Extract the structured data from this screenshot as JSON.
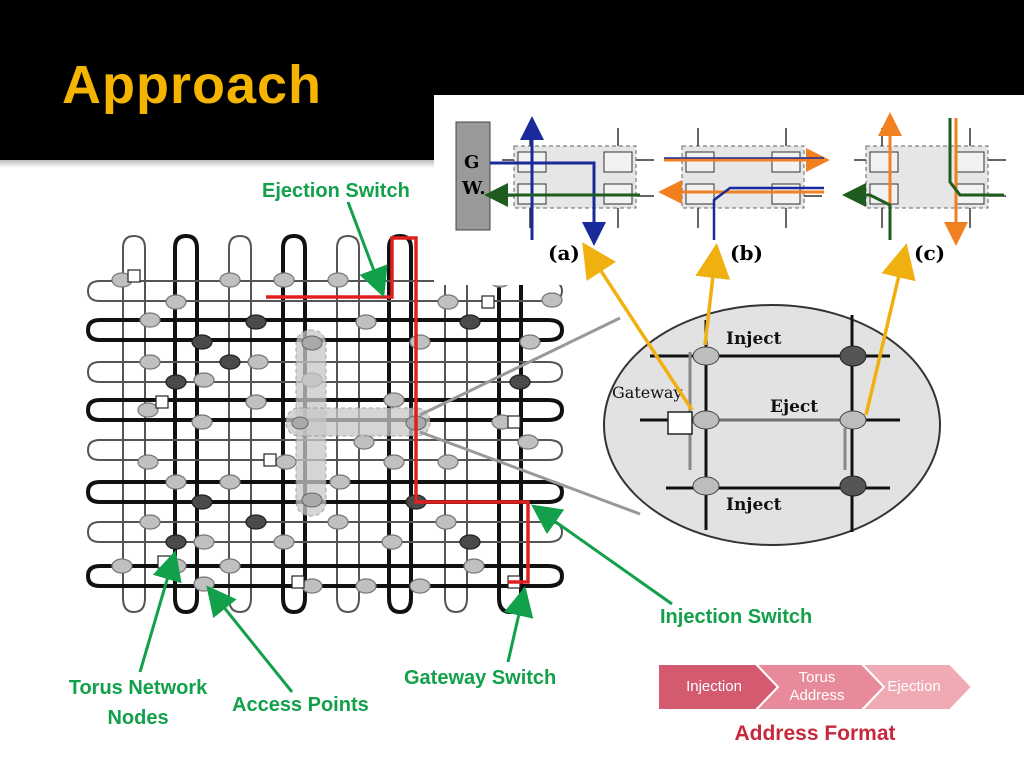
{
  "slide": {
    "title": "Approach"
  },
  "labels": {
    "ejection_switch": "Ejection Switch",
    "injection_switch": "Injection Switch",
    "gateway_switch": "Gateway Switch",
    "torus_nodes_line1": "Torus Network",
    "torus_nodes_line2": "Nodes",
    "access_points": "Access Points"
  },
  "zoom": {
    "inject_top": "Inject",
    "inject_bottom": "Inject",
    "eject": "Eject",
    "gateway": "Gateway"
  },
  "panels": {
    "a": "(a)",
    "b": "(b)",
    "c": "(c)",
    "gw_g": "G",
    "gw_w": "W."
  },
  "address_format": {
    "caption": "Address Format",
    "steps": [
      "Injection",
      "Torus Address",
      "Ejection"
    ]
  },
  "colors": {
    "title": "#f4b400",
    "label_green": "#12a04a",
    "route_red": "#e02020",
    "arrow_gold": "#f0b010",
    "path_blue": "#1a2a9a",
    "path_green": "#1f5c1f",
    "path_orange": "#f08020",
    "chevron_1": "#d45a70",
    "chevron_2": "#e78a99",
    "chevron_3": "#f0aab4"
  }
}
